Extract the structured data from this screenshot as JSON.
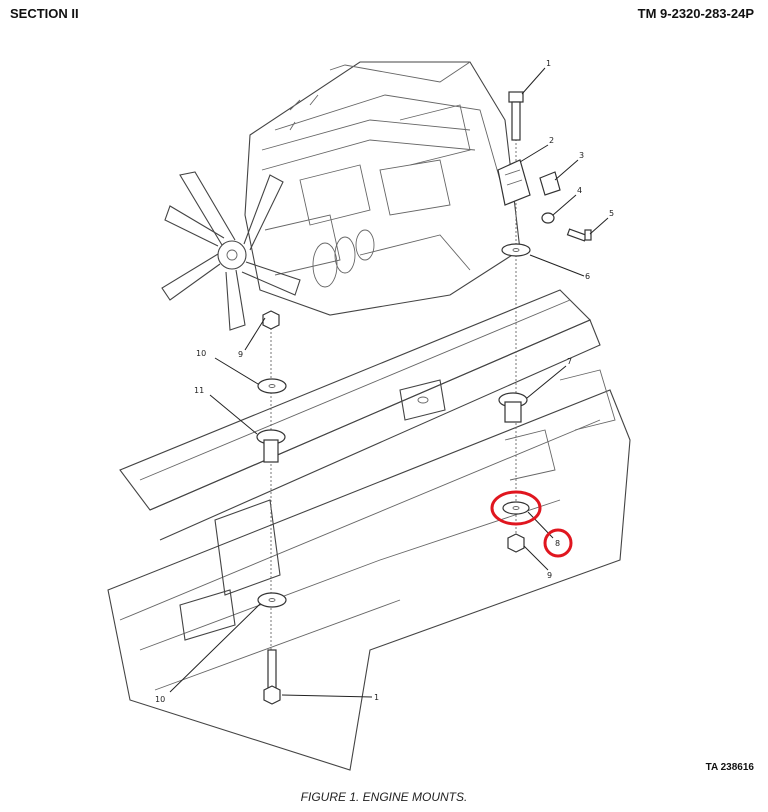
{
  "header": {
    "section": "SECTION II",
    "tm": "TM 9-2320-283-24P"
  },
  "ta_number": "TA 238616",
  "caption": "FIGURE 1.  ENGINE MOUNTS.",
  "callouts": {
    "c1_top": "1",
    "c2": "2",
    "c3": "3",
    "c4": "4",
    "c5": "5",
    "c6_upper": "6",
    "c7": "7",
    "c8": "8",
    "c9_right": "9",
    "c9_left": "9",
    "c10_upper": "10",
    "c11": "11",
    "c10_lower": "10",
    "c1_bottom": "1"
  },
  "colors": {
    "highlight": "#e0161f"
  }
}
